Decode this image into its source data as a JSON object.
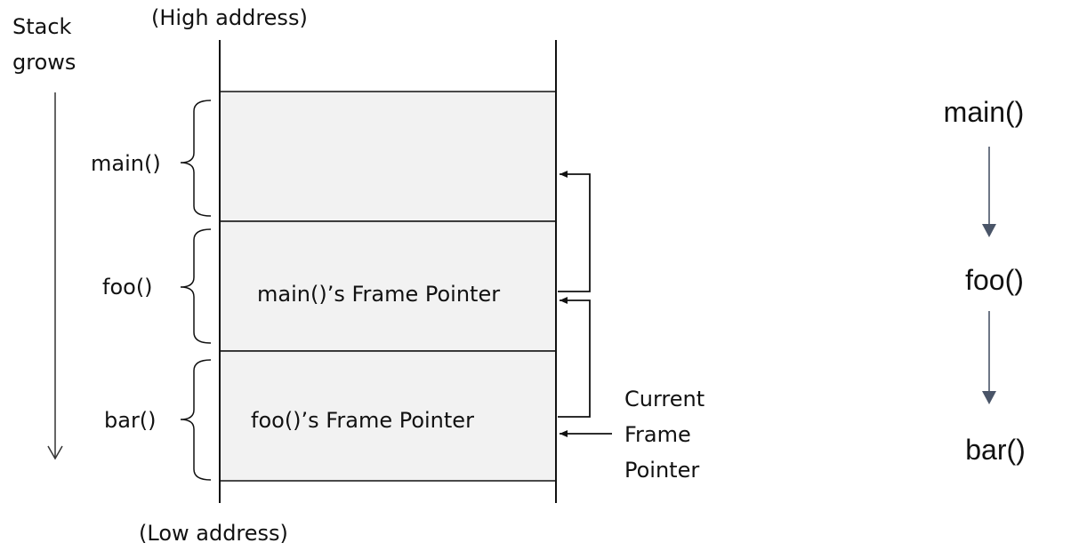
{
  "stack_diagram": {
    "stack_grows_line1": "Stack",
    "stack_grows_line2": "grows",
    "high_address": "(High address)",
    "low_address": "(Low address)",
    "frames": [
      {
        "label": "main()",
        "content": ""
      },
      {
        "label": "foo()",
        "content": "main()’s Frame Pointer"
      },
      {
        "label": "bar()",
        "content": "foo()’s Frame Pointer"
      }
    ],
    "current_fp_line1": "Current",
    "current_fp_line2": "Frame",
    "current_fp_line3": "Pointer"
  },
  "call_chain": {
    "items": [
      "main()",
      "foo()",
      "bar()"
    ],
    "arrow_color": "#4a5568"
  },
  "colors": {
    "frame_fill": "#f2f2f2",
    "line": "#111111"
  }
}
